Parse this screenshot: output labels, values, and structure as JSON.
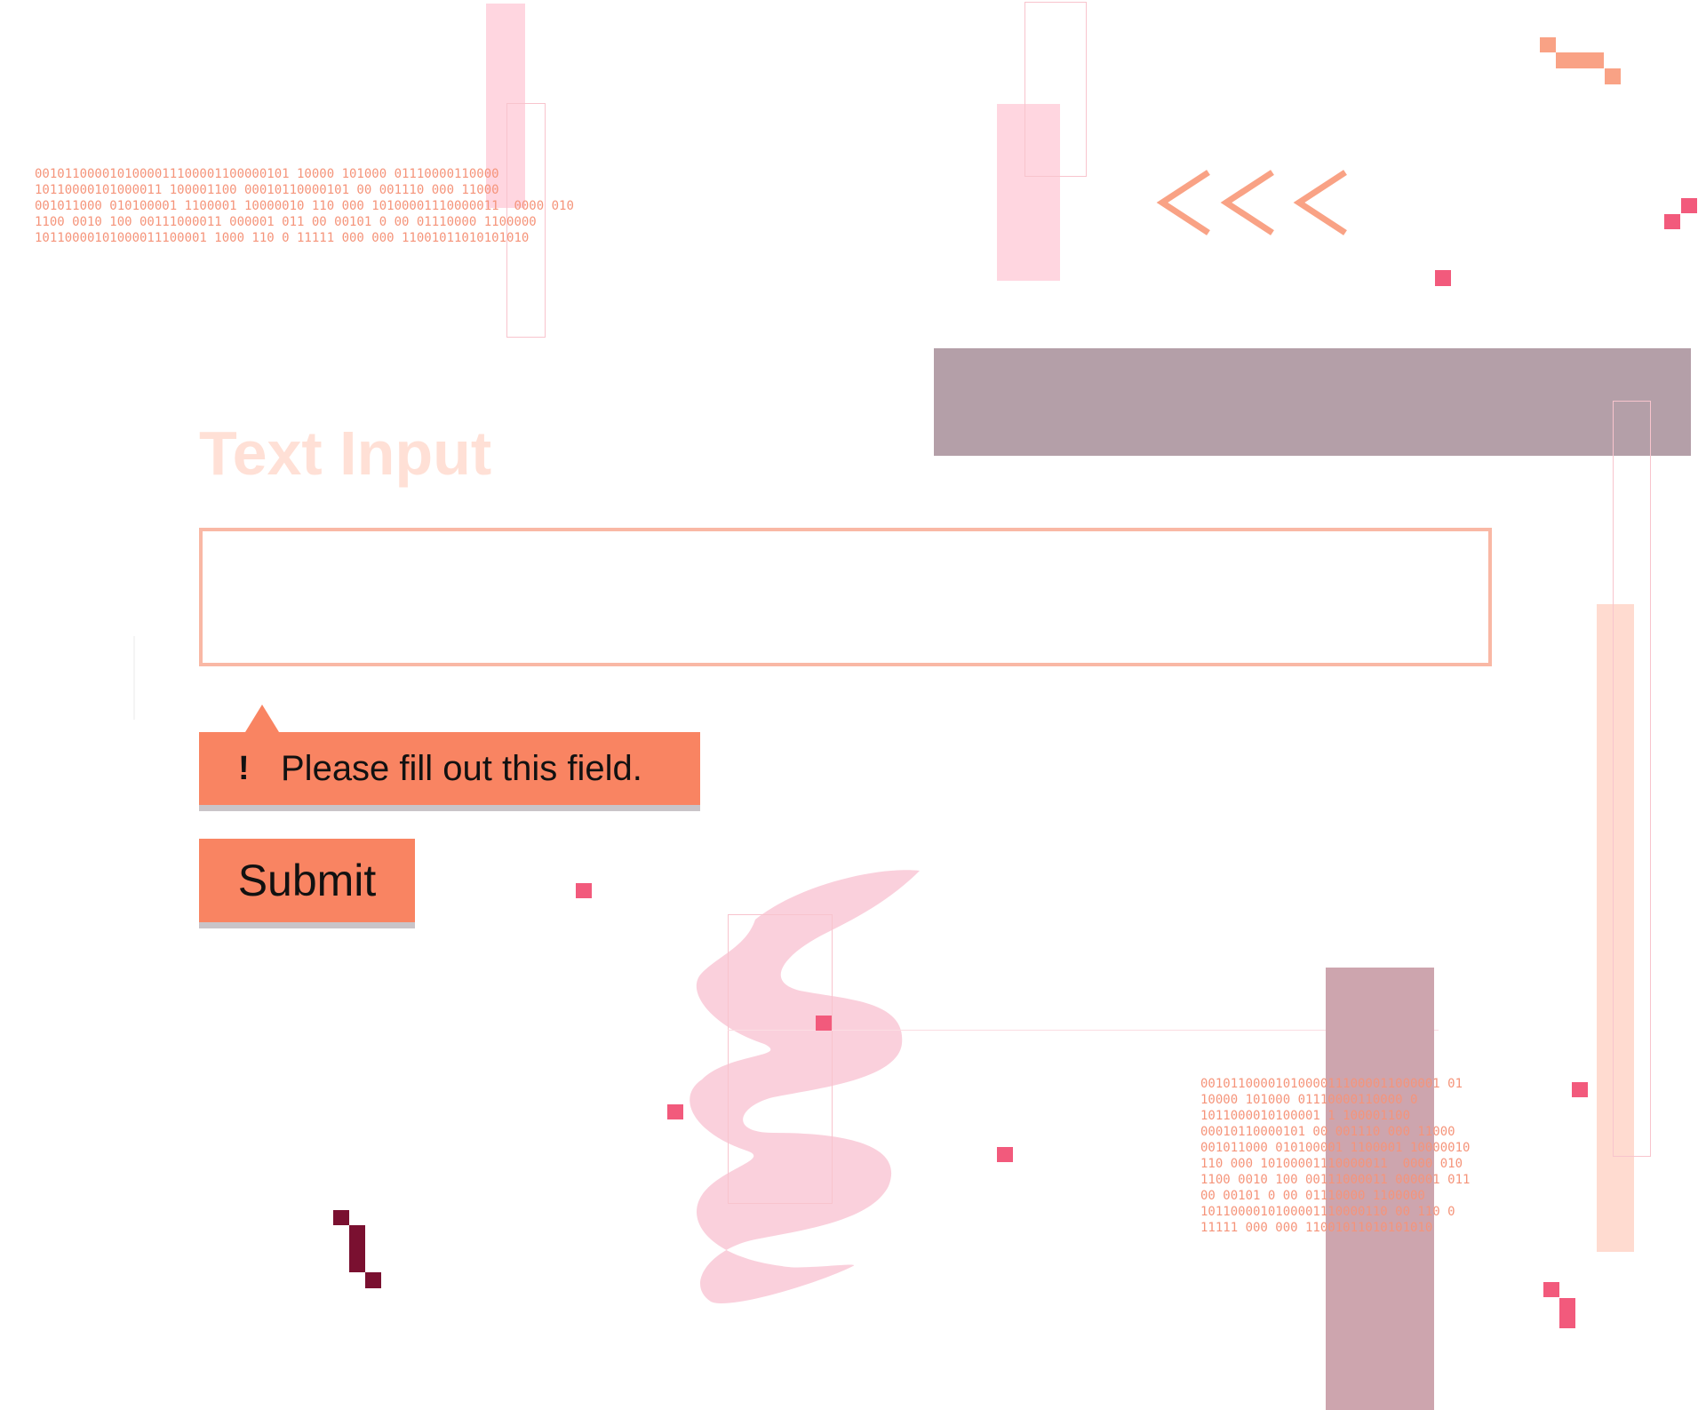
{
  "form": {
    "title": "Text Input",
    "input_value": "",
    "submit_label": "Submit"
  },
  "validation": {
    "icon": "!",
    "message": "Please fill out this field."
  },
  "decorations": {
    "binary_top": "0010110000101000011100001100000101 10000 101000 01110000110000\n10110000101000011 100001100 00010110000101 00 001110 000 11000\n001011000 010100001 1100001 10000010 110 000 10100001110000011  0000 010\n1100 0010 100 00111000011 000001 011 00 00101 0 00 01110000 1100000\n10110000101000011100001 1000 110 0 11111 000 000 11001011010101010",
    "binary_bottom": "00101100001010000111000011000001 01\n10000 101000 01110000110000 0\n1011000010100001 1 100001100\n00010110000101 00 001110 000 11000\n001011000 010100001 1100001 10000010\n110 000 10100001110000011  0000 010\n1100 0010 100 00111000011 000001 011\n00 00101 0 00 01110000 1100000\n1011000010100001110000110 00 110 0\n11111 000 000 11001011010101010",
    "chevrons": "<<<",
    "colors": {
      "accent": "#f98462",
      "input_border": "#f9b8a5",
      "title": "#ffe0d6",
      "pink_pixel": "#f25a7c",
      "mauve_bar": "#b49fa8",
      "maroon_pixel": "#7a1030"
    }
  }
}
